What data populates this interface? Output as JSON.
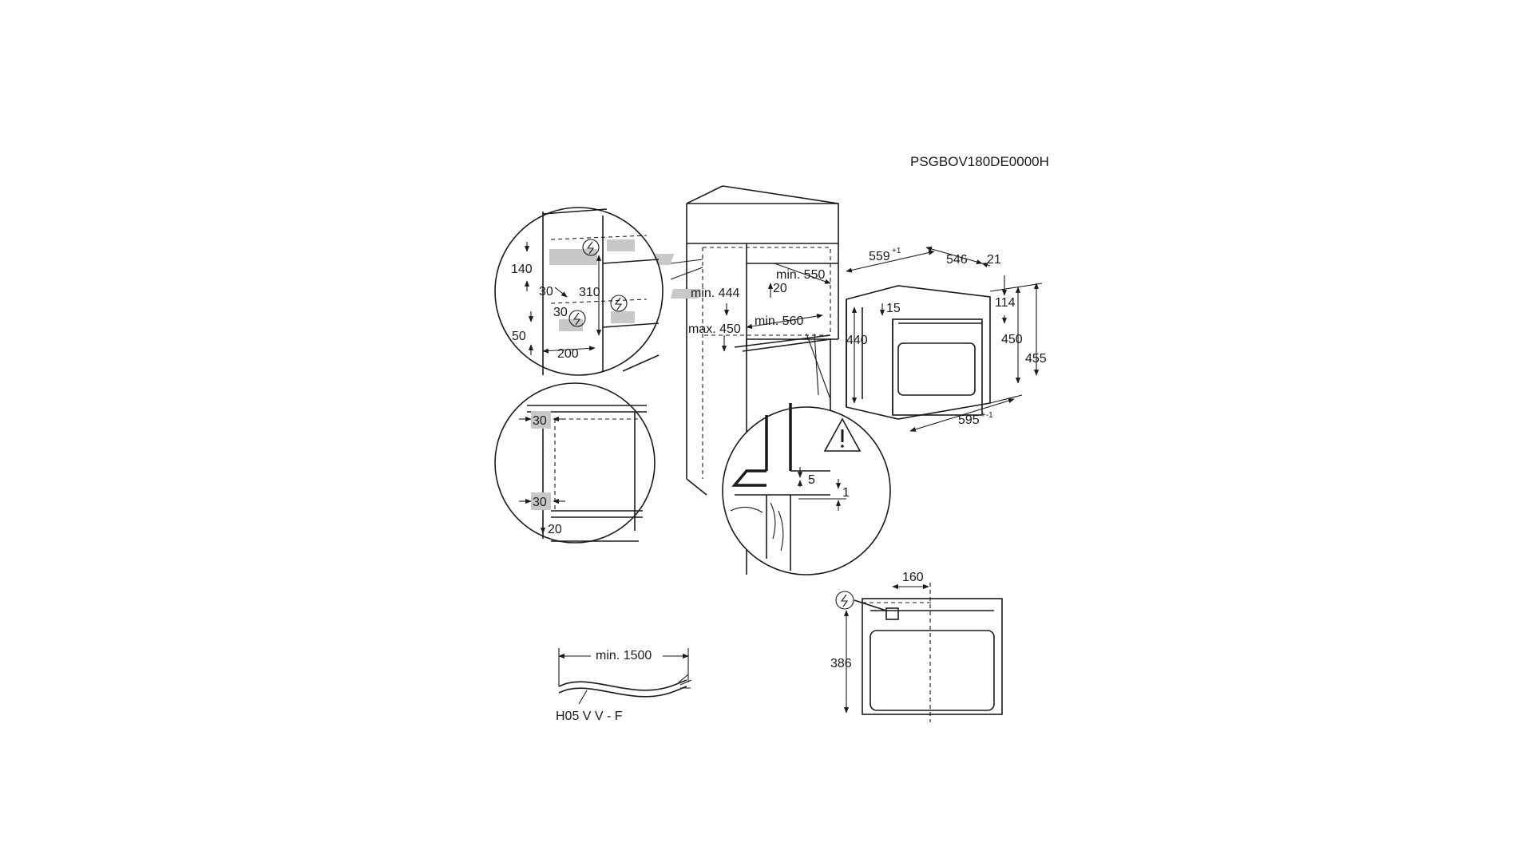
{
  "product_code": "PSGBOV180DE0000H",
  "cabinet": {
    "min_550": "min. 550",
    "dim_20": "20",
    "min_444": "min. 444",
    "max_450": "max. 450",
    "min_560": "min. 560"
  },
  "detail_top": {
    "d140": "140",
    "d30a": "30",
    "d310": "310",
    "d30b": "30",
    "d50": "50",
    "d200": "200"
  },
  "detail_side": {
    "d30_top": "30",
    "d30_bottom": "30",
    "d20": "20"
  },
  "detail_floor": {
    "d5": "5",
    "d1": "1",
    "warning_icon": "warning-triangle-icon"
  },
  "oven": {
    "w559": "559",
    "w559_tol": "+1",
    "d546": "546",
    "d21": "21",
    "h114": "114",
    "h15": "15",
    "h440": "440",
    "h450": "450",
    "h455": "455",
    "w595": "595",
    "w595_tol": "+-1"
  },
  "front": {
    "w160": "160",
    "h386": "386"
  },
  "cable": {
    "min_1500": "min. 1500",
    "type": "H05 V V - F"
  },
  "icons": [
    "electric-connection-icon",
    "warning-triangle-icon",
    "arrow-icon"
  ]
}
